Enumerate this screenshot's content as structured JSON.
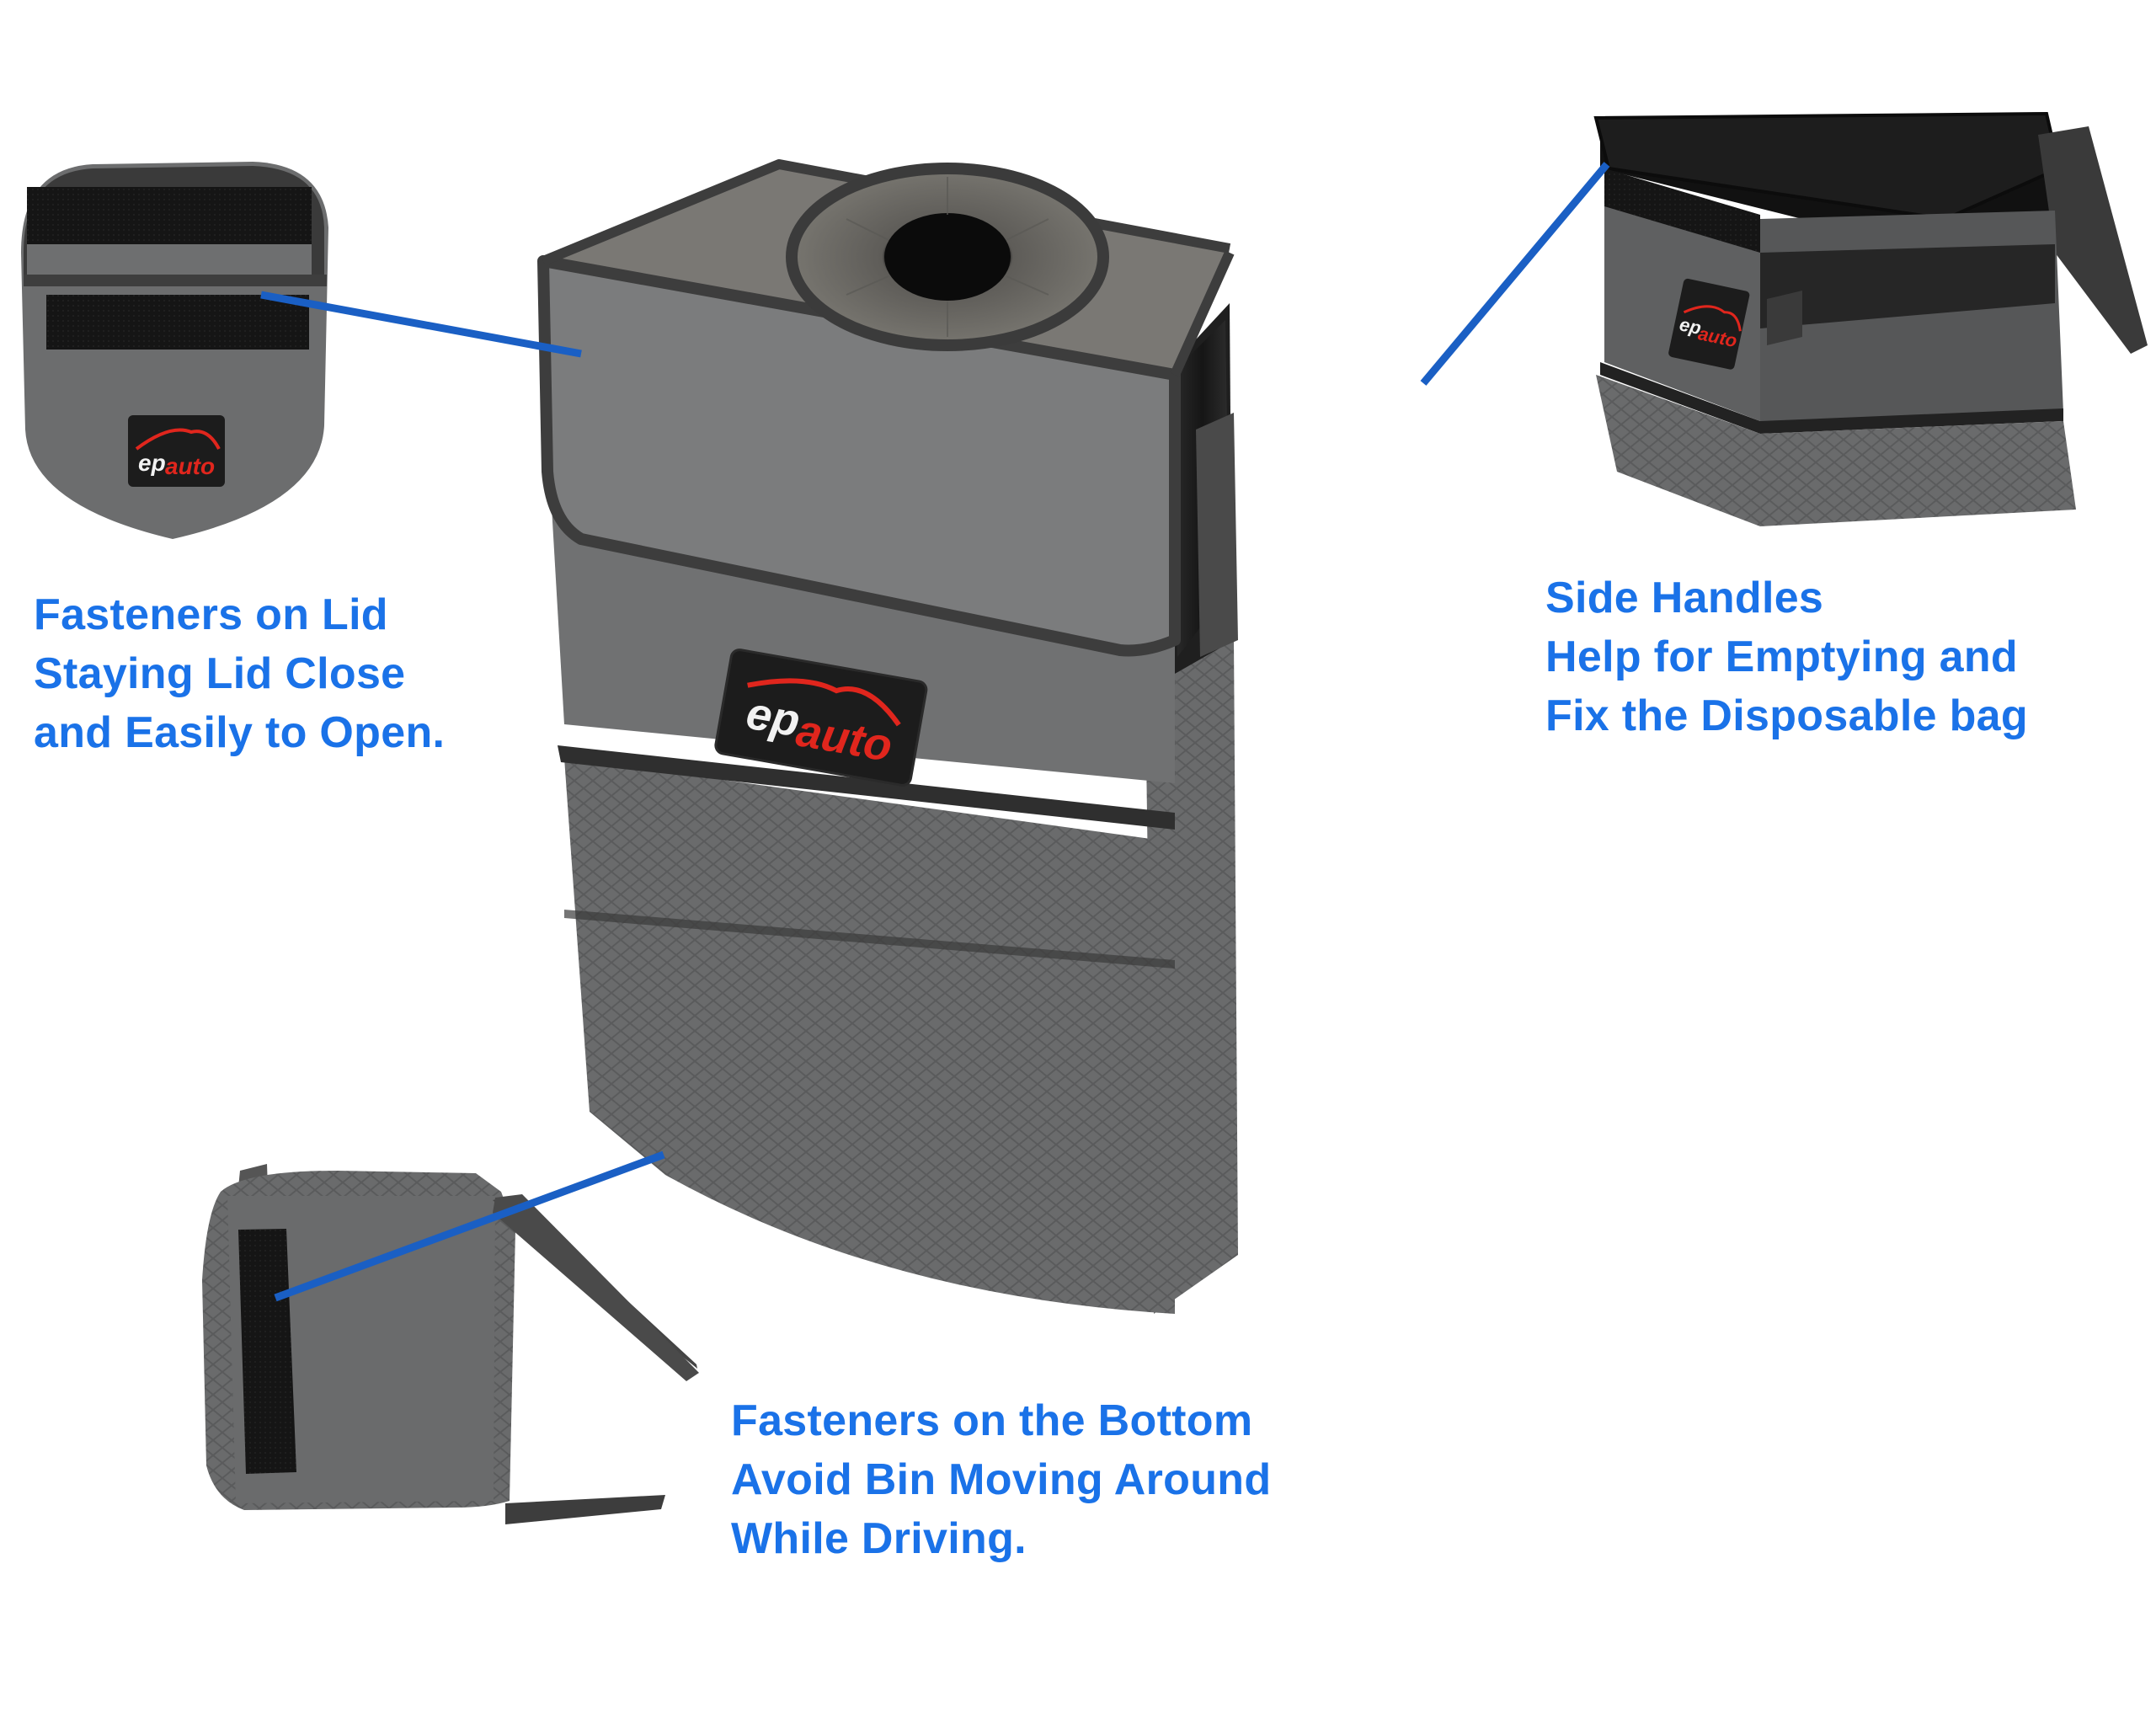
{
  "image": {
    "type": "product-feature-infographic",
    "background": "#ffffff"
  },
  "brand": {
    "logo_ep": "ep",
    "logo_auto": "auto",
    "logo_colors": {
      "ep": "#f2f2f2",
      "auto": "#e0261d",
      "patch": "#1c1c1c"
    }
  },
  "colors": {
    "caption_text": "#1a72e8",
    "callout_line": "#1a5fc4",
    "bin_fabric": "#6e6f70",
    "bin_fabric_light": "#7c7d7e",
    "bin_trim": "#3d3d3d",
    "velcro": "#141414",
    "bag_liner": "#1e1e1e",
    "mesh": "#6a6b6c"
  },
  "callouts": {
    "lid": {
      "title": "Fasteners on Lid",
      "lines": [
        "Fasteners on Lid",
        "Staying Lid Close",
        "and Easily to Open."
      ]
    },
    "handles": {
      "title": "Side Handles",
      "lines": [
        "Side Handles",
        "Help for Emptying and",
        "Fix the Disposable bag"
      ]
    },
    "bottom": {
      "title": "Fasteners on the Bottom",
      "lines": [
        "Fasteners on the Bottom",
        "Avoid Bin Moving Around",
        "While Driving."
      ]
    }
  },
  "insets": [
    {
      "id": "lid-detail",
      "label": "Lid underside with velcro strips"
    },
    {
      "id": "open-bin-detail",
      "label": "Open bin with disposable bag and side handles"
    },
    {
      "id": "bottom-detail",
      "label": "Bin underside with velcro fastener strip"
    }
  ]
}
